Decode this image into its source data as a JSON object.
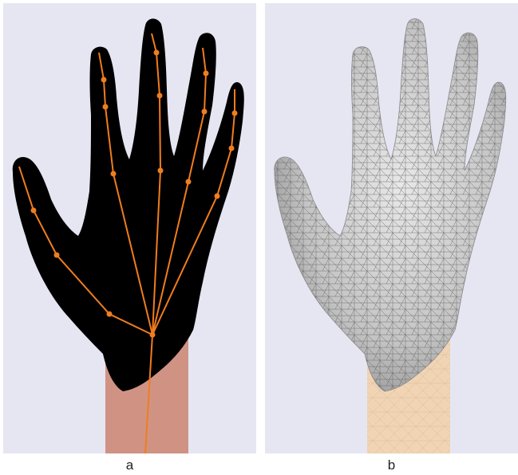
{
  "panels": [
    {
      "id": "a",
      "label": "a"
    },
    {
      "id": "b",
      "label": "b"
    }
  ],
  "colors": {
    "background": "#e6e6f3",
    "silhouette": "#000000",
    "skeleton": "#f07d1e",
    "forearm_a": "#d09383",
    "mesh_surface": "#c8c8c8",
    "mesh_lines": "#555555",
    "forearm_b": "#f0d4b4"
  }
}
